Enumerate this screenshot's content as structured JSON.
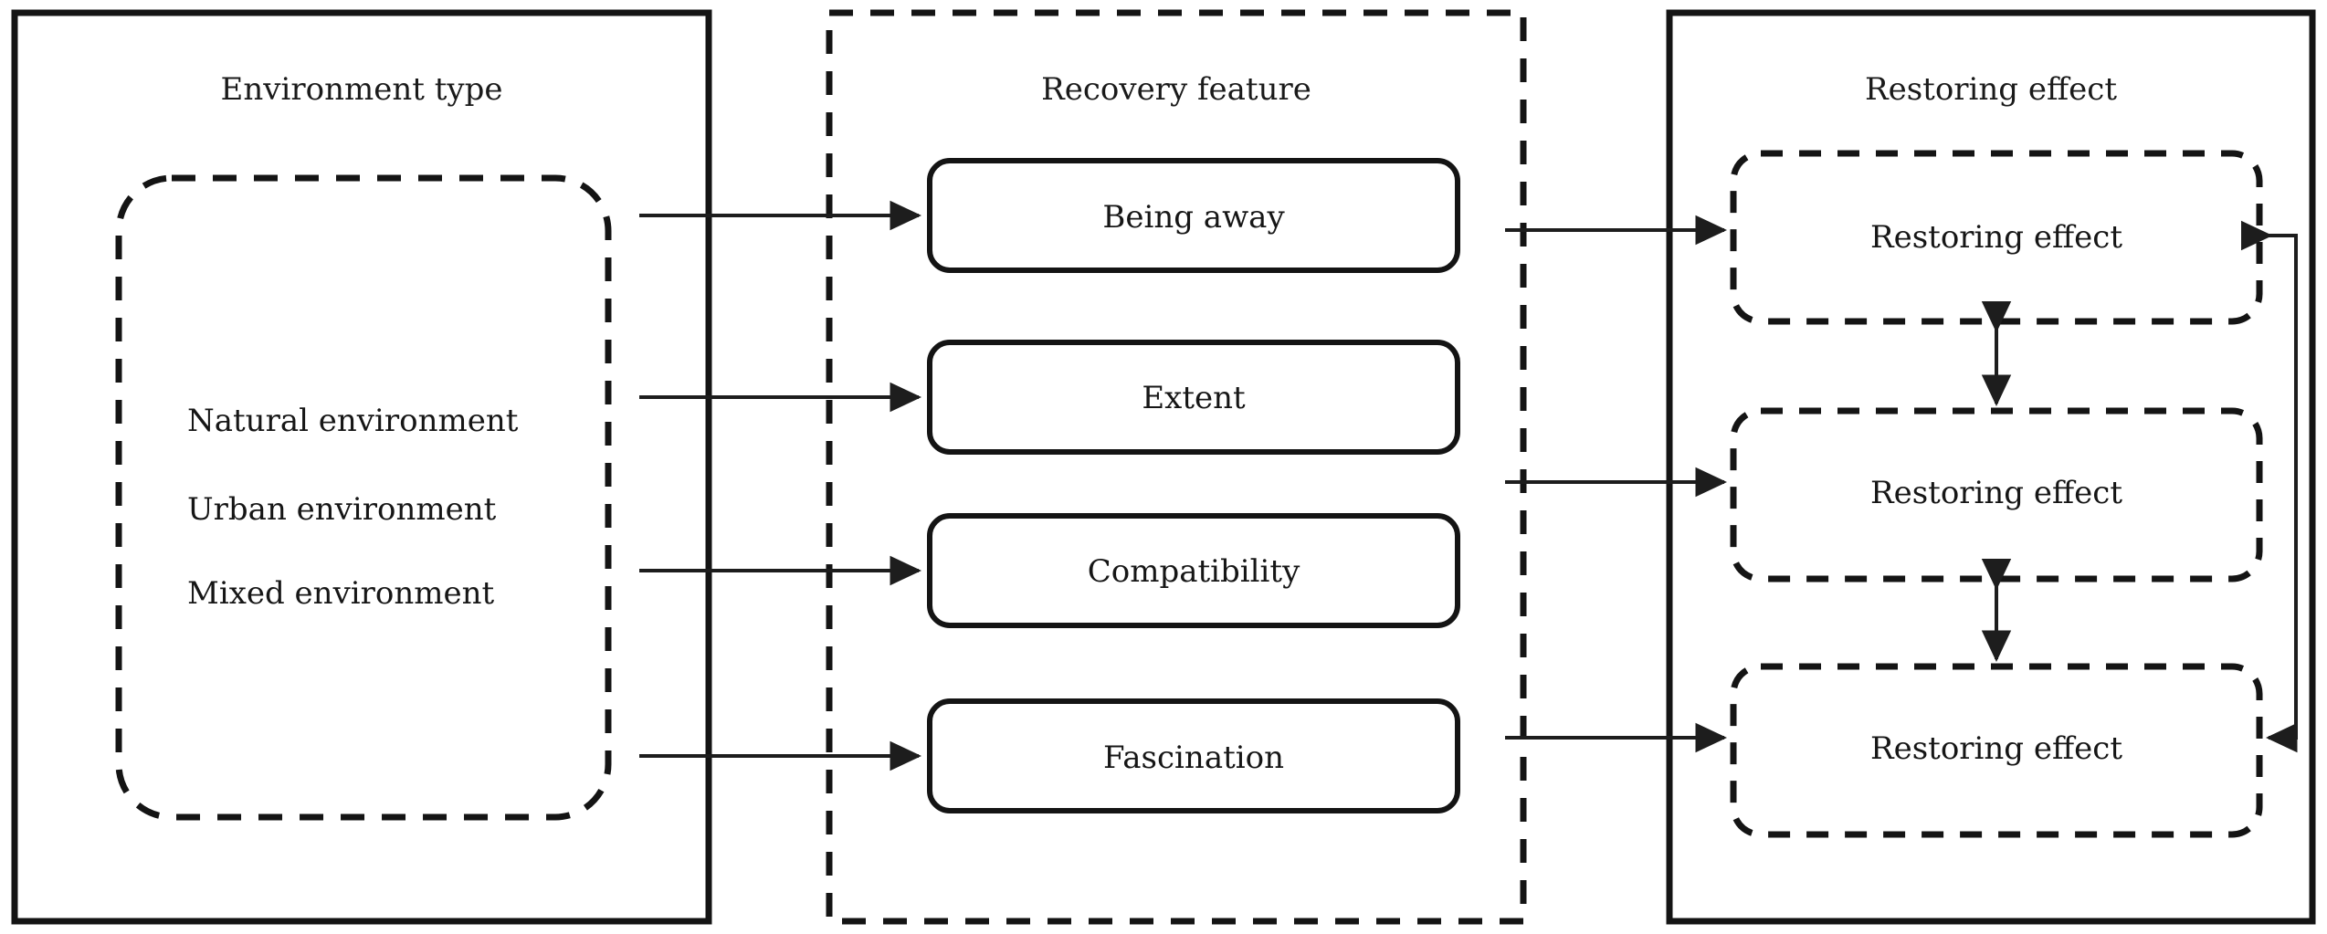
{
  "diagram": {
    "title": "Environment type / Recovery feature / Restoring effect model",
    "background_color": "#ffffff",
    "line_color": "#141414",
    "text_color": "#161616"
  },
  "panels": {
    "environment": {
      "heading": "Environment type",
      "border_style": "solid",
      "group_border_style": "dashed",
      "items": [
        {
          "label": "Natural environment"
        },
        {
          "label": "Urban environment"
        },
        {
          "label": "Mixed environment"
        }
      ]
    },
    "recovery": {
      "heading": "Recovery feature",
      "border_style": "dashed",
      "items": [
        {
          "label": "Being away"
        },
        {
          "label": "Extent"
        },
        {
          "label": "Compatibility"
        },
        {
          "label": "Fascination"
        }
      ]
    },
    "restoring": {
      "heading": "Restoring effect",
      "border_style": "solid",
      "items": [
        {
          "label": "Restoring effect"
        },
        {
          "label": "Restoring effect"
        },
        {
          "label": "Restoring effect"
        }
      ]
    }
  },
  "connectors": {
    "env_to_recovery": [
      {
        "from": "Environment type",
        "to": "Being away",
        "arrow": "single"
      },
      {
        "from": "Environment type",
        "to": "Extent",
        "arrow": "single"
      },
      {
        "from": "Environment type",
        "to": "Compatibility",
        "arrow": "single"
      },
      {
        "from": "Environment type",
        "to": "Fascination",
        "arrow": "single"
      }
    ],
    "recovery_to_restoring": [
      {
        "from": "Being away",
        "to": "Restoring effect 1",
        "arrow": "single"
      },
      {
        "from": "Extent",
        "to": "Restoring effect 2",
        "arrow": "single"
      },
      {
        "from": "Fascination",
        "to": "Restoring effect 3",
        "arrow": "single"
      }
    ],
    "internal": [
      {
        "from": "Restoring effect 1",
        "to": "Restoring effect 2",
        "arrow": "double"
      },
      {
        "from": "Restoring effect 2",
        "to": "Restoring effect 3",
        "arrow": "double"
      },
      {
        "from": "Restoring effect 1",
        "to": "Restoring effect 3",
        "arrow": "double",
        "routing": "right-side bracket"
      }
    ]
  }
}
